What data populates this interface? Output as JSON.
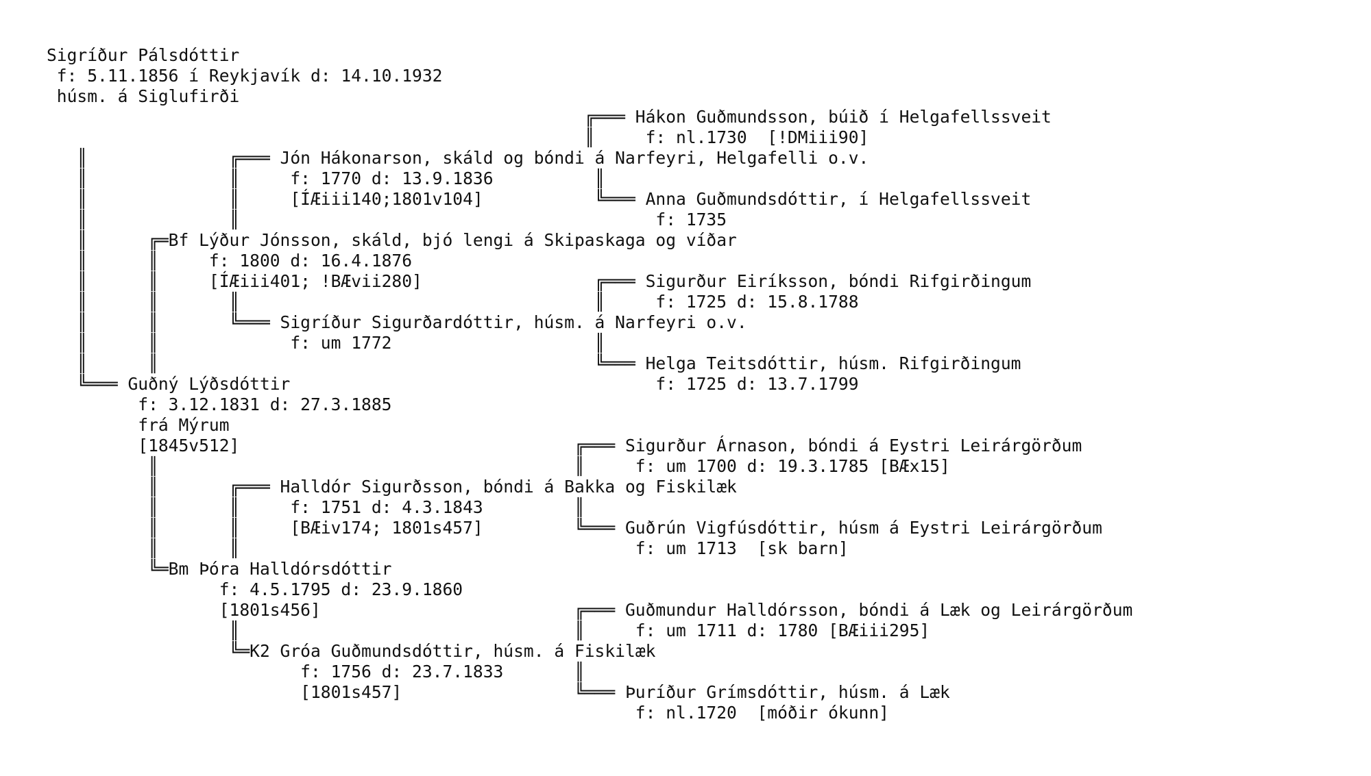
{
  "document": {
    "lines": [
      "Sigríður Pálsdóttir",
      " f: 5.11.1856 í Reykjavík d: 14.10.1932",
      " húsm. á Siglufirði",
      "                                                     ╔═══ Hákon Guðmundsson, búið í Helgafellssveit",
      "                                                     ║     f: nl.1730  [!DMiii90]",
      "   ║              ╔═══ Jón Hákonarson, skáld og bóndi á Narfeyri, Helgafelli o.v.",
      "   ║              ║     f: 1770 d: 13.9.1836          ║",
      "   ║              ║     [ÍÆiii140;1801v104]           ╚═══ Anna Guðmundsdóttir, í Helgafellssveit",
      "   ║              ║                                         f: 1735",
      "   ║      ╔═Bf Lýður Jónsson, skáld, bjó lengi á Skipaskaga og víðar",
      "   ║      ║     f: 1800 d: 16.4.1876",
      "   ║      ║     [ÍÆiii401; !BÆvii280]                 ╔═══ Sigurður Eiríksson, bóndi Rifgirðingum",
      "   ║      ║       ║                                   ║     f: 1725 d: 15.8.1788",
      "   ║      ║       ╚═══ Sigríður Sigurðardóttir, húsm. á Narfeyri o.v.",
      "   ║      ║             f: um 1772                    ║",
      "   ║      ║                                           ╚═══ Helga Teitsdóttir, húsm. Rifgirðingum",
      "   ╚═══ Guðný Lýðsdóttir                                    f: 1725 d: 13.7.1799",
      "         f: 3.12.1831 d: 27.3.1885",
      "         frá Mýrum",
      "         [1845v512]                                 ╔═══ Sigurður Árnason, bóndi á Eystri Leirárgörðum",
      "          ║                                         ║     f: um 1700 d: 19.3.1785 [BÆx15]",
      "          ║       ╔═══ Halldór Sigurðsson, bóndi á Bakka og Fiskilæk",
      "          ║       ║     f: 1751 d: 4.3.1843         ║",
      "          ║       ║     [BÆiv174; 1801s457]         ╚═══ Guðrún Vigfúsdóttir, húsm á Eystri Leirárgörðum",
      "          ║       ║                                       f: um 1713  [sk barn]",
      "          ╚═Bm Þóra Halldórsdóttir",
      "                 f: 4.5.1795 d: 23.9.1860",
      "                 [1801s456]                         ╔═══ Guðmundur Halldórsson, bóndi á Læk og Leirárgörðum",
      "                  ║                                 ║     f: um 1711 d: 1780 [BÆiii295]",
      "                  ╚═K2 Gróa Guðmundsdóttir, húsm. á Fiskilæk",
      "                         f: 1756 d: 23.7.1833       ║",
      "                         [1801s457]                 ╚═══ Þuríður Grímsdóttir, húsm. á Læk",
      "                                                          f: nl.1720  [móðir ókunn]"
    ]
  }
}
